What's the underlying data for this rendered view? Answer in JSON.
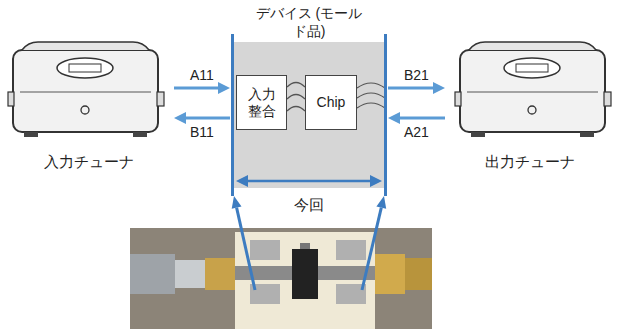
{
  "diagram": {
    "nodes": [
      {
        "text": [
          "入力チューナ"
        ]
      },
      {
        "text": [
          "デバイス (モールド品)"
        ]
      },
      {
        "text": [
          "入力 整合"
        ],
        "in": 1
      },
      {
        "text": [
          "Chip"
        ],
        "in": 1
      },
      {
        "text": [
          "出力チューナ"
        ]
      }
    ],
    "edges": [
      {
        "from": 0,
        "to": 1,
        "arrow": "to",
        "label": "A11"
      },
      {
        "from": 1,
        "to": 0,
        "arrow": "to",
        "label": "B11"
      },
      {
        "from": 1,
        "to": 4,
        "arrow": "to",
        "label": "B21"
      },
      {
        "from": 4,
        "to": 1,
        "arrow": "to",
        "label": "A21"
      },
      {
        "from": 2,
        "to": 3,
        "arrow": "none"
      }
    ],
    "labels": [
      "今回"
    ]
  }
}
